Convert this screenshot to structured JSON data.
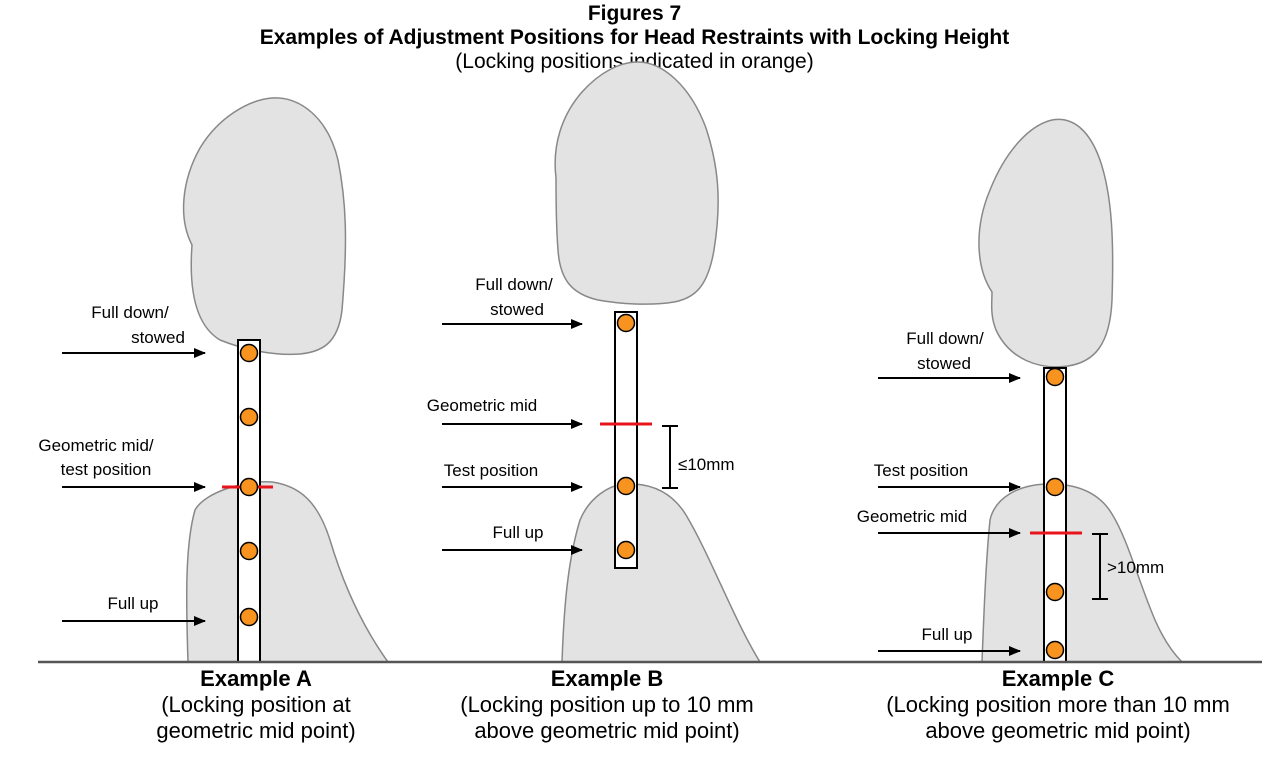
{
  "header": {
    "figure_number": "Figures 7",
    "title": "Examples of Adjustment Positions for Head Restraints with Locking Height",
    "subtitle": "(Locking positions indicated in orange)"
  },
  "colors": {
    "shape_fill": "#e3e3e3",
    "shape_stroke": "#888888",
    "locking_dot": "#f7931e",
    "mid_line": "#e8141b"
  },
  "examples": {
    "a": {
      "title": "Example A",
      "description_line1": "(Locking position at",
      "description_line2": "geometric mid point)",
      "labels": {
        "full_down_line1": "Full down/",
        "full_down_line2": "stowed",
        "geometric_mid_line1": "Geometric mid/",
        "geometric_mid_line2": "test position",
        "full_up": "Full up"
      }
    },
    "b": {
      "title": "Example B",
      "description_line1": "(Locking position up to 10 mm",
      "description_line2": "above geometric mid point)",
      "labels": {
        "full_down_line1": "Full down/",
        "full_down_line2": "stowed",
        "geometric_mid": "Geometric mid",
        "test_position": "Test position",
        "full_up": "Full up",
        "dimension": "≤10mm"
      }
    },
    "c": {
      "title": "Example C",
      "description_line1": "(Locking position more than 10 mm",
      "description_line2": "above geometric mid point)",
      "labels": {
        "full_down_line1": "Full down/",
        "full_down_line2": "stowed",
        "test_position": "Test position",
        "geometric_mid": "Geometric mid",
        "full_up": "Full up",
        "dimension": ">10mm"
      }
    }
  }
}
